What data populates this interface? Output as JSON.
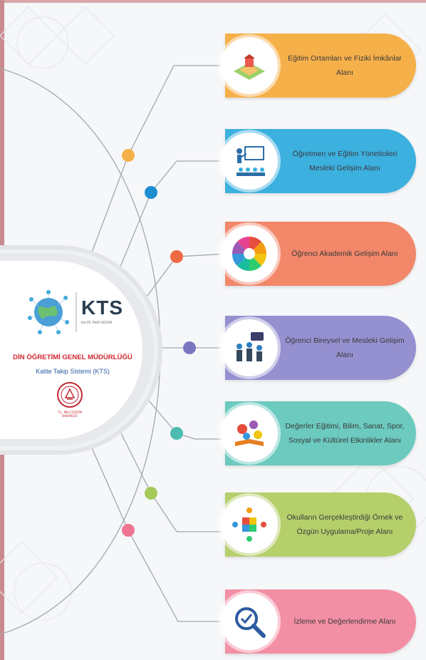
{
  "hub": {
    "logo_text": "KTS",
    "logo_subtext": "KALİTE TAKİP SİSTEMİ",
    "title": "DİN ÖĞRETİMİ GENEL MÜDÜRLÜĞÜ",
    "subtitle": "Kalite Takip Sistemi (KTS)",
    "emblem_text": "T.C. MİLLÎ EĞİTİM BAKANLIĞI"
  },
  "areas": [
    {
      "label": "Eğitim Ortamları ve Fiziki İmkânlar Alanı",
      "color": "#f6b04a",
      "dot_color": "#f6b04a",
      "icon": "school-building-icon"
    },
    {
      "label": "Öğretmen ve Eğitim Yöneticileri Mesleki Gelişim Alanı",
      "color": "#3cb0df",
      "dot_color": "#1f8ed0",
      "icon": "teacher-presentation-icon"
    },
    {
      "label": "Öğrenci Akademik Gelişim Alanı",
      "color": "#f2876a",
      "dot_color": "#ee6a45",
      "icon": "color-wheel-icon"
    },
    {
      "label": "Öğrenci Bireysel ve Mesleki Gelişim Alanı",
      "color": "#9590d0",
      "dot_color": "#7b76c2",
      "icon": "group-meeting-icon"
    },
    {
      "label": "Değerler Eğitimi, Bilim, Sanat, Spor, Sosyal ve Kültürel Etkinlikler Alanı",
      "color": "#6ccabf",
      "dot_color": "#4dbcb0",
      "icon": "book-activities-icon"
    },
    {
      "label": "Okulların Gerçekleştirdiği Örnek ve Özgün Uygulama/Proje Alanı",
      "color": "#b5cf6b",
      "dot_color": "#a6c95a",
      "icon": "puzzle-people-icon"
    },
    {
      "label": "İzleme ve Değerlendirme Alanı",
      "color": "#f38fa5",
      "dot_color": "#ee7591",
      "icon": "magnifier-check-icon"
    }
  ]
}
